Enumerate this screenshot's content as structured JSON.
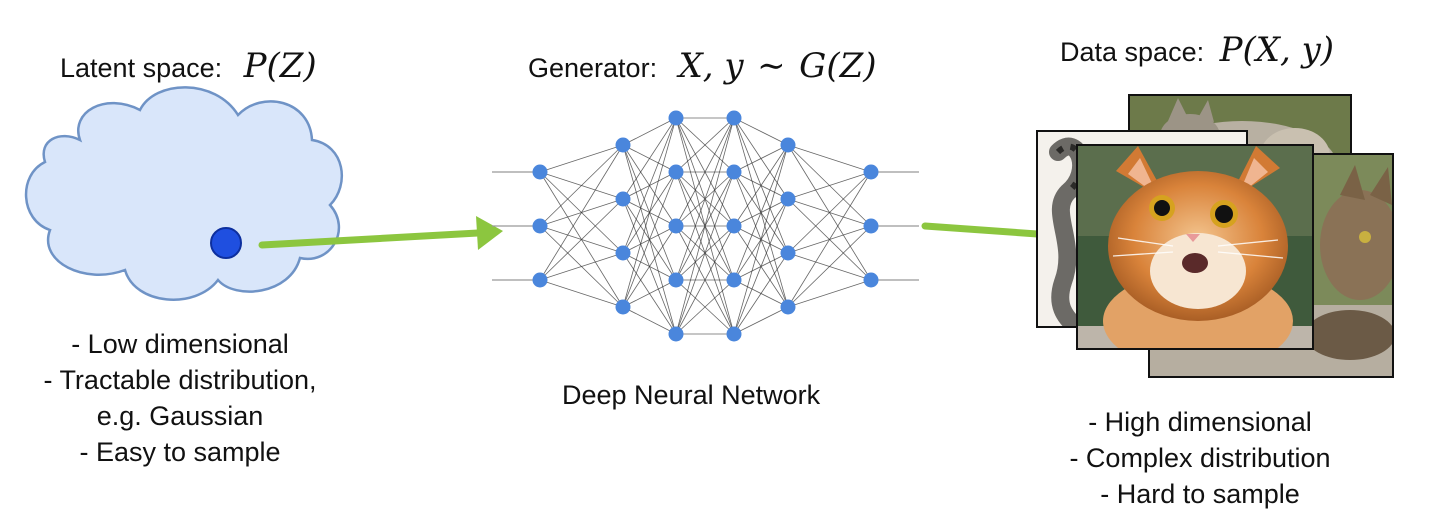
{
  "latent": {
    "title": "Latent space:",
    "formula": "P(Z)",
    "properties": [
      "- Low dimensional",
      "- Tractable distribution,",
      "e.g. Gaussian",
      "- Easy to sample"
    ]
  },
  "generator": {
    "title": "Generator:",
    "formula_lhs": "X, y",
    "formula_op": "∼",
    "formula_rhs": "G(Z)",
    "caption": "Deep Neural Network",
    "layers": [
      3,
      4,
      5,
      5,
      4,
      3
    ]
  },
  "data": {
    "title": "Data space:",
    "formula": "P(X, y)",
    "properties": [
      "- High dimensional",
      "- Complex distribution",
      "- Hard to sample"
    ]
  },
  "colors": {
    "cloud_fill": "#d9e6fa",
    "cloud_stroke": "#6f93c6",
    "latent_point": "#1f4fe0",
    "node": "#4a86dc",
    "arrow": "#8cc63f",
    "edge": "#333333"
  }
}
